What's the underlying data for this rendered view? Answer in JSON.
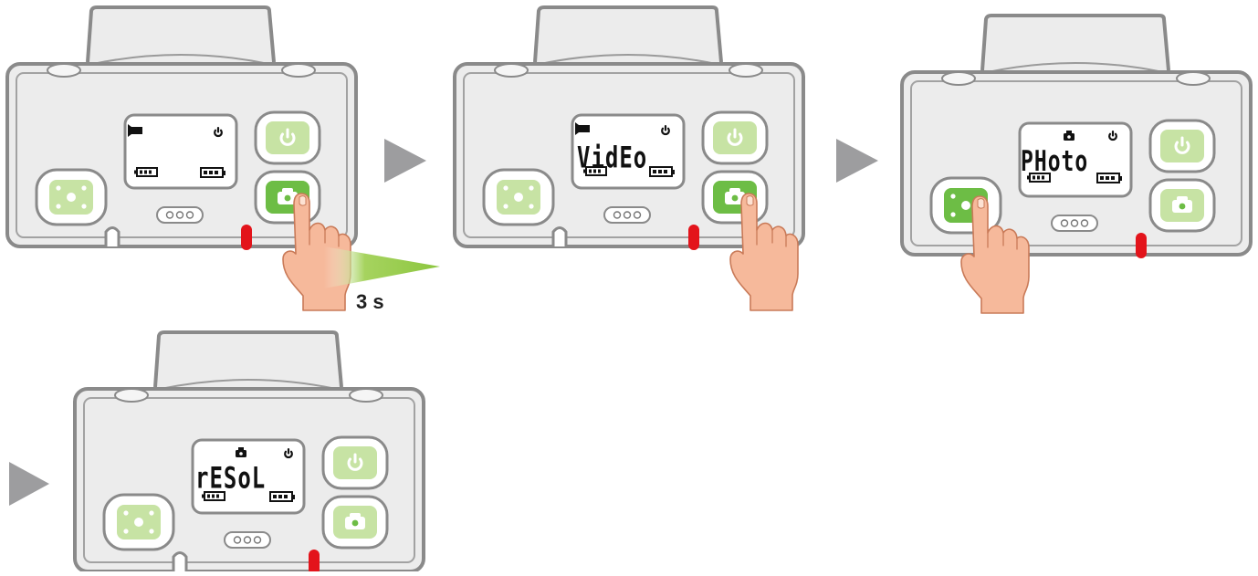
{
  "hold_label": "3 s",
  "lcd_texts": [
    "VidEo",
    "PHoto",
    "rESoL"
  ],
  "colors": {
    "body": "#ececec",
    "outline": "#8a8a8a",
    "button_light": "#c7e3a4",
    "button_active": "#6dbd45",
    "led": "#e3141b",
    "arrow": "#9d9d9f",
    "hold_arrow": "#8cc63f",
    "skin": "#f6b99b"
  },
  "icons": [
    "power-icon",
    "camera-icon",
    "video-icon",
    "battery-icon",
    "pointing-hand-icon"
  ]
}
